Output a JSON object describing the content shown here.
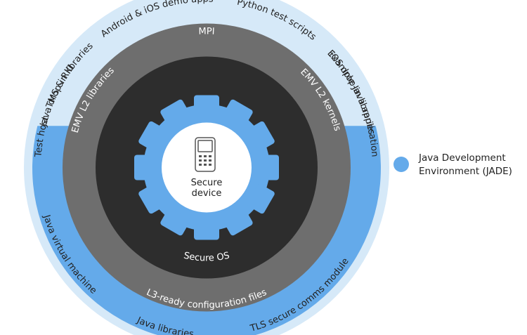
{
  "outer_ring_top": {
    "color": "#d6e9f8",
    "labels": [
      "Java drop-in libraries",
      "Android & iOS demo apps",
      "Python test scripts",
      "iOS drop-in libraries"
    ]
  },
  "outer_ring_bottom": {
    "color": "#64aaea",
    "labels": [
      "Test host - TMS & RKI",
      "Java virtual machine",
      "Java libraries",
      "TLS secure comms module",
      "Example Java application"
    ]
  },
  "middle_ring": {
    "color": "#6e6e6e",
    "labels": [
      "MPI",
      "EMV L2 libraries",
      "EMV L2 kernels",
      "L3-ready configuration files"
    ]
  },
  "inner_ring": {
    "color": "#2d2d2d",
    "label": "Secure OS"
  },
  "core": {
    "gear_color": "#64aaea",
    "label_line1": "Secure",
    "label_line2": "device",
    "icon": "phone-icon"
  },
  "legend": {
    "color": "#64aaea",
    "line1": "Java Development",
    "line2": "Environment (JADE)"
  }
}
